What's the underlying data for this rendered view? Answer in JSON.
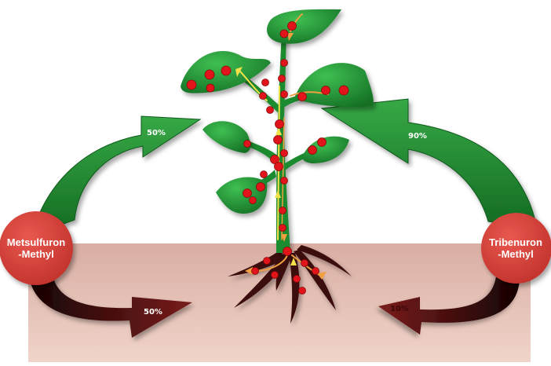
{
  "herbicides": {
    "left": {
      "name": "Metsulfuron\n-Methyl",
      "color": "#d9433b"
    },
    "right": {
      "name": "Tribenuron\n-Methyl",
      "color": "#d9433b"
    }
  },
  "flows": {
    "left_to_plant": {
      "label": "50%",
      "color": "#1f8a2e"
    },
    "left_to_soil": {
      "label": "50%",
      "color": "#4a0a0a"
    },
    "right_to_plant": {
      "label": "90%",
      "color": "#1f8a2e"
    },
    "right_to_soil": {
      "label": "10%",
      "color": "#4a0a0a"
    }
  },
  "colors": {
    "soil": "#e7c4b8",
    "plant": "#1f8a2e",
    "residue_dot": "#e0141a",
    "transport_arrow_up": "#f2e24a",
    "transport_arrow_down": "#f0a040",
    "root": "#3a0808"
  }
}
